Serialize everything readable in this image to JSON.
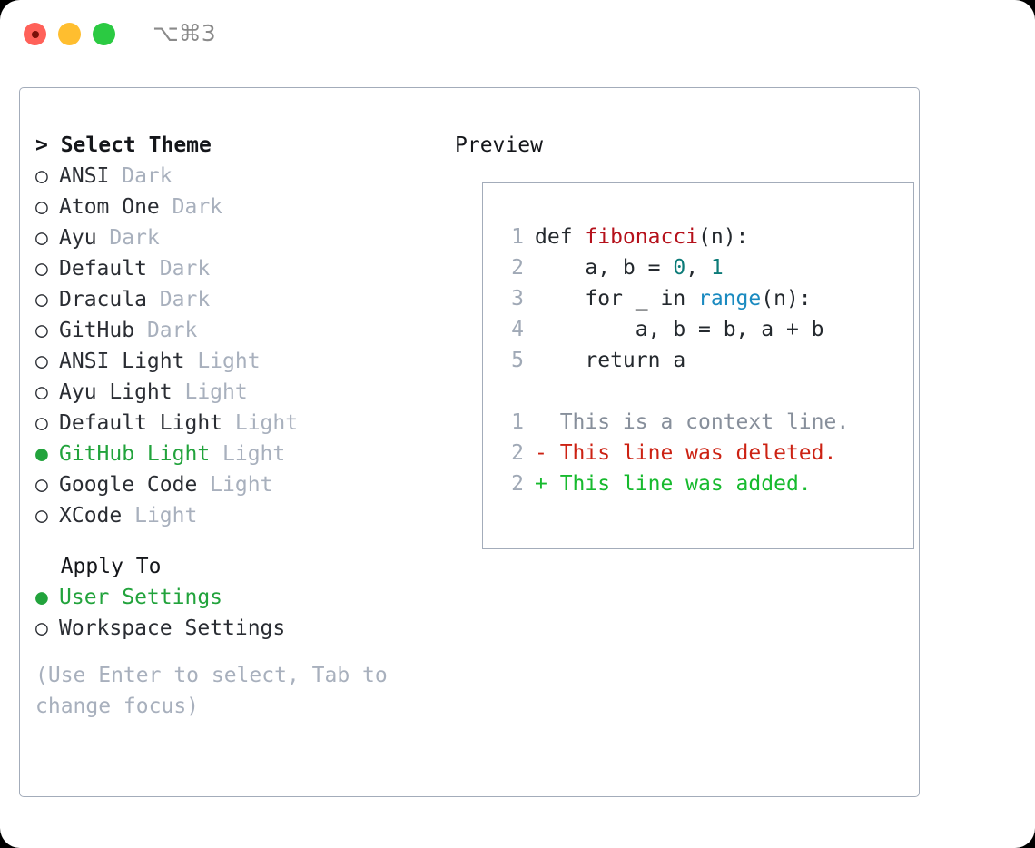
{
  "titlebar": {
    "shortcut": "⌥⌘3",
    "lights": [
      {
        "name": "close",
        "color": "#ff6159"
      },
      {
        "name": "minimize",
        "color": "#ffbe2f"
      },
      {
        "name": "zoom",
        "color": "#2bca42"
      }
    ]
  },
  "theme_list": {
    "header": "> Select Theme",
    "marker_selected": "●",
    "marker_unselected": "○",
    "items": [
      {
        "name": "ANSI",
        "tag": "Dark",
        "selected": false
      },
      {
        "name": "Atom One",
        "tag": "Dark",
        "selected": false
      },
      {
        "name": "Ayu",
        "tag": "Dark",
        "selected": false
      },
      {
        "name": "Default",
        "tag": "Dark",
        "selected": false
      },
      {
        "name": "Dracula",
        "tag": "Dark",
        "selected": false
      },
      {
        "name": "GitHub",
        "tag": "Dark",
        "selected": false
      },
      {
        "name": "ANSI Light",
        "tag": "Light",
        "selected": false
      },
      {
        "name": "Ayu Light",
        "tag": "Light",
        "selected": false
      },
      {
        "name": "Default Light",
        "tag": "Light",
        "selected": false
      },
      {
        "name": "GitHub Light",
        "tag": "Light",
        "selected": true
      },
      {
        "name": "Google Code",
        "tag": "Light",
        "selected": false
      },
      {
        "name": "XCode",
        "tag": "Light",
        "selected": false
      }
    ]
  },
  "apply_to": {
    "header": "  Apply To",
    "items": [
      {
        "name": "User Settings",
        "selected": true
      },
      {
        "name": "Workspace Settings",
        "selected": false
      }
    ]
  },
  "hint": "(Use Enter to select, Tab to change focus)",
  "preview": {
    "title": "Preview",
    "code_lines": [
      {
        "num": "1",
        "tokens": [
          {
            "t": "def ",
            "c": "plain"
          },
          {
            "t": "fibonacci",
            "c": "fn"
          },
          {
            "t": "(n):",
            "c": "plain"
          }
        ]
      },
      {
        "num": "2",
        "tokens": [
          {
            "t": "    a, b = ",
            "c": "plain"
          },
          {
            "t": "0",
            "c": "num"
          },
          {
            "t": ", ",
            "c": "plain"
          },
          {
            "t": "1",
            "c": "num"
          }
        ]
      },
      {
        "num": "3",
        "tokens": [
          {
            "t": "    for _ in ",
            "c": "plain"
          },
          {
            "t": "range",
            "c": "call"
          },
          {
            "t": "(n):",
            "c": "plain"
          }
        ]
      },
      {
        "num": "4",
        "tokens": [
          {
            "t": "        a, b = b, a + b",
            "c": "plain"
          }
        ]
      },
      {
        "num": "5",
        "tokens": [
          {
            "t": "    return a",
            "c": "plain"
          }
        ]
      }
    ],
    "diff_lines": [
      {
        "num": "1",
        "tokens": [
          {
            "t": "  This is a context line.",
            "c": "ctx"
          }
        ]
      },
      {
        "num": "2",
        "tokens": [
          {
            "t": "- This line was deleted.",
            "c": "del"
          }
        ]
      },
      {
        "num": "2",
        "tokens": [
          {
            "t": "+ This line was added.",
            "c": "add"
          }
        ]
      }
    ]
  },
  "colors": {
    "border": "#a3acba",
    "muted": "#a8b0bd",
    "selected_green": "#22a33c",
    "fn_red": "#b5111b",
    "num_teal": "#0c7b78",
    "call_blue": "#1a8ac0",
    "diff_del": "#cc2213",
    "diff_add": "#17ba2e"
  }
}
